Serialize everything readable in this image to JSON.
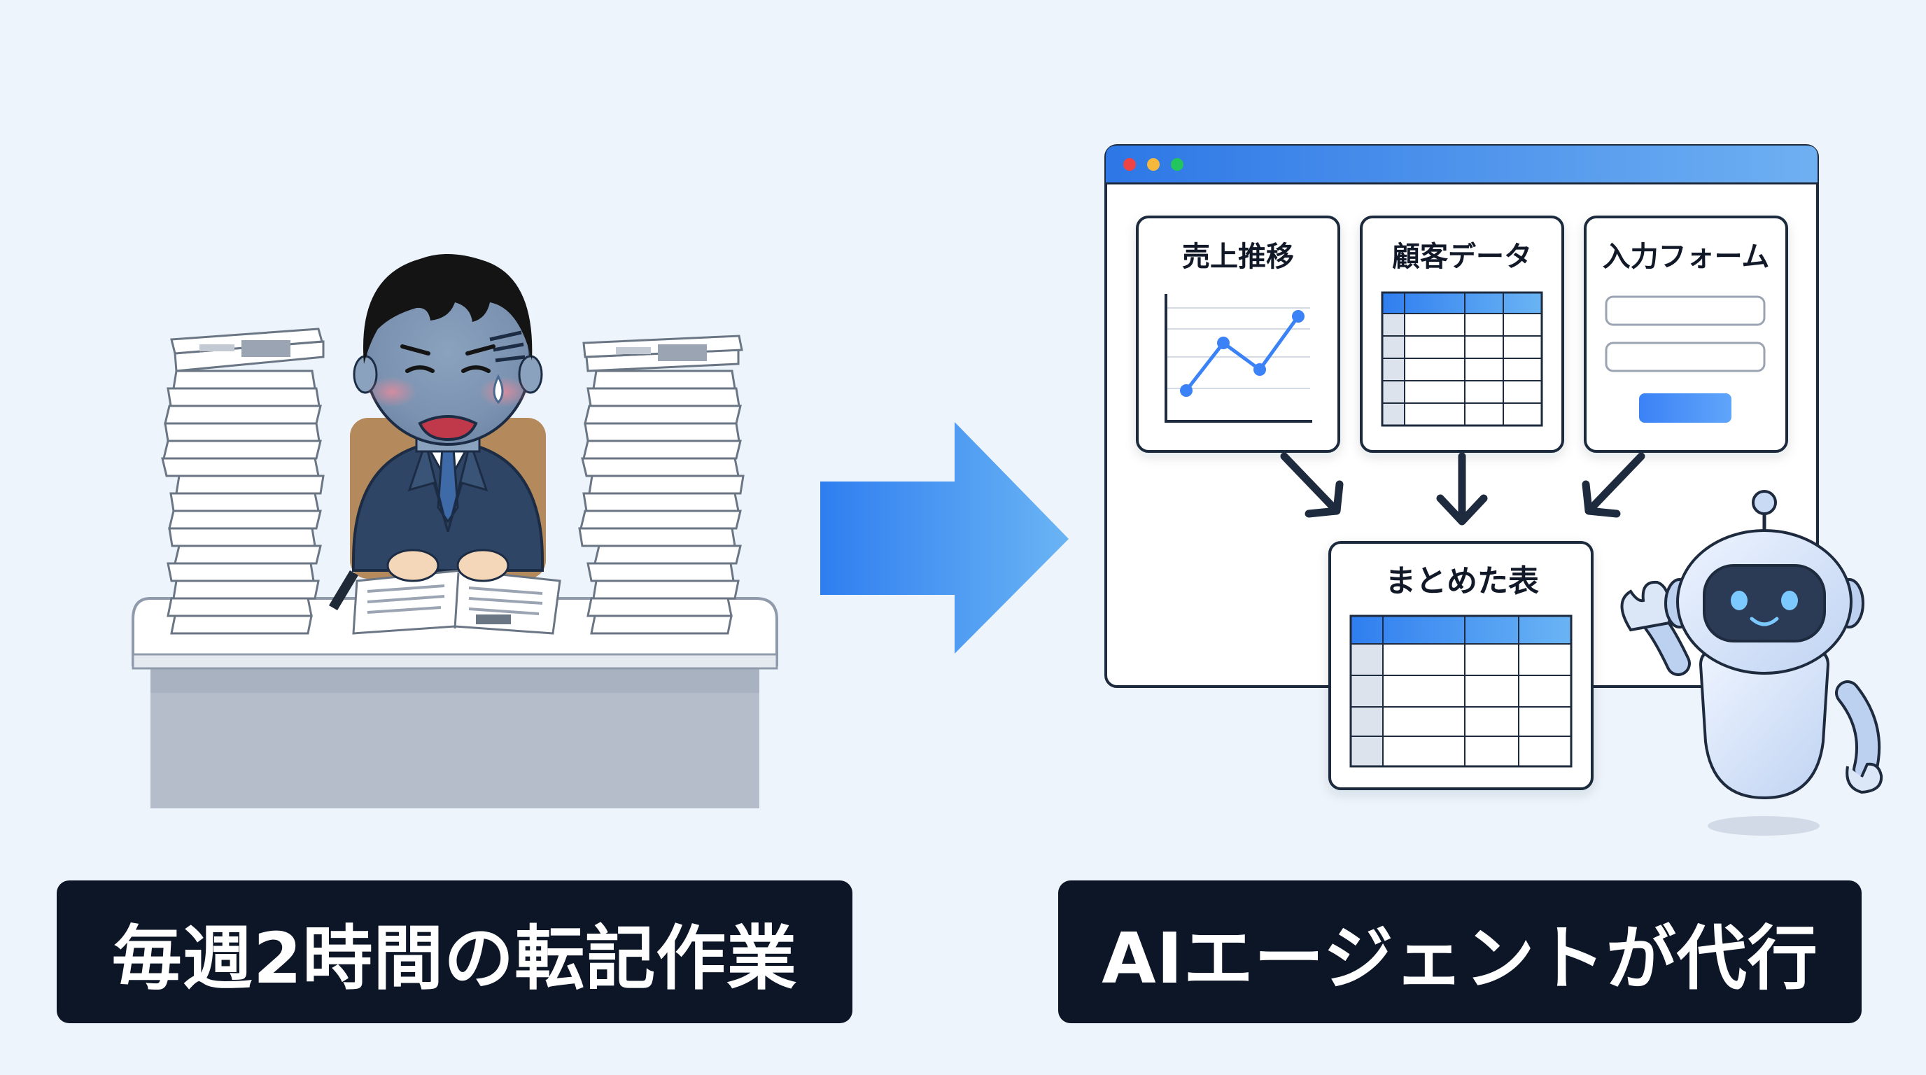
{
  "left": {
    "caption": "毎週2時間の転記作業"
  },
  "right": {
    "caption": "AIエージェントが代行",
    "window": {
      "dot_colors": [
        "#ef4444",
        "#f5b83d",
        "#22c55e"
      ],
      "cards": [
        {
          "title": "売上推移"
        },
        {
          "title": "顧客データ"
        },
        {
          "title": "入力フォーム"
        }
      ],
      "summary_title": "まとめた表"
    }
  },
  "colors": {
    "background": "#eef4fc",
    "caption_bg": "#0d1627",
    "accent_blue": "#3b82f6",
    "dark_navy": "#1e2a3d"
  }
}
